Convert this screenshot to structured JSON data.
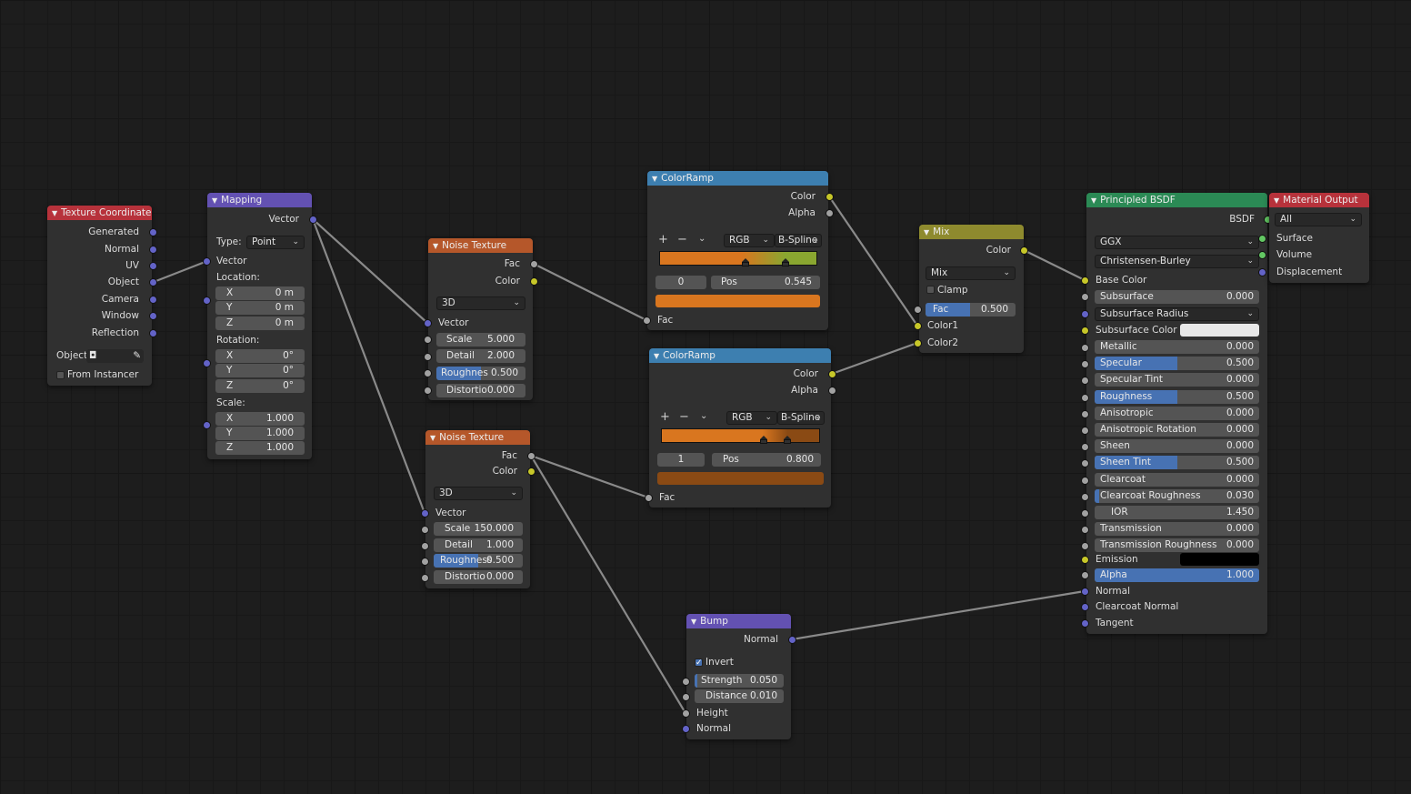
{
  "colors": {
    "socket_vector": "#6363c7",
    "socket_color": "#c7c729",
    "socket_float": "#a1a1a1",
    "socket_shader": "#63c763",
    "accent": "#4772b3"
  },
  "icons": {
    "collapse": "triangle-down-icon",
    "dropdown": "chevron-down-icon",
    "object": "object-icon",
    "eyedropper": "eyedropper-icon",
    "add": "plus-icon",
    "remove": "minus-icon"
  },
  "texcoord": {
    "title": "Texture Coordinate",
    "outputs": [
      "Generated",
      "Normal",
      "UV",
      "Object",
      "Camera",
      "Window",
      "Reflection"
    ],
    "object_label": "Object",
    "from_instancer": "From Instancer"
  },
  "mapping": {
    "title": "Mapping",
    "out_vector": "Vector",
    "type_label": "Type:",
    "type_value": "Point",
    "in_vector": "Vector",
    "location_label": "Location:",
    "location": [
      [
        "X",
        "0 m"
      ],
      [
        "Y",
        "0 m"
      ],
      [
        "Z",
        "0 m"
      ]
    ],
    "rotation_label": "Rotation:",
    "rotation": [
      [
        "X",
        "0°"
      ],
      [
        "Y",
        "0°"
      ],
      [
        "Z",
        "0°"
      ]
    ],
    "scale_label": "Scale:",
    "scale": [
      [
        "X",
        "1.000"
      ],
      [
        "Y",
        "1.000"
      ],
      [
        "Z",
        "1.000"
      ]
    ]
  },
  "noise1": {
    "title": "Noise Texture",
    "out_fac": "Fac",
    "out_color": "Color",
    "dim": "3D",
    "in_vector": "Vector",
    "scale_label": "Scale",
    "scale": "5.000",
    "detail_label": "Detail",
    "detail": "2.000",
    "roughness_label": "Roughnes",
    "roughness": "0.500",
    "roughness_fraction": 0.5,
    "distortion_label": "Distortio",
    "distortion": "0.000"
  },
  "noise2": {
    "title": "Noise Texture",
    "out_fac": "Fac",
    "out_color": "Color",
    "dim": "3D",
    "in_vector": "Vector",
    "scale_label": "Scale",
    "scale": "150.000",
    "detail_label": "Detail",
    "detail": "1.000",
    "roughness_label": "Roughness",
    "roughness": "0.500",
    "roughness_fraction": 0.5,
    "distortion_label": "Distortio",
    "distortion": "0.000"
  },
  "ramp1": {
    "title": "ColorRamp",
    "out_color": "Color",
    "out_alpha": "Alpha",
    "color_mode": "RGB",
    "interp": "B-Spline",
    "index": "0",
    "pos_label": "Pos",
    "pos": "0.545",
    "in_fac": "Fac",
    "ramp_from": "#d9761f",
    "ramp_to": "#8aa630",
    "swatch": "#d9761f"
  },
  "ramp2": {
    "title": "ColorRamp",
    "out_color": "Color",
    "out_alpha": "Alpha",
    "color_mode": "RGB",
    "interp": "B-Spline",
    "index": "1",
    "pos_label": "Pos",
    "pos": "0.800",
    "in_fac": "Fac",
    "ramp_from": "#d9761f",
    "ramp_to": "#8a4a14",
    "swatch": "#8a4a14"
  },
  "mix": {
    "title": "Mix",
    "out_color": "Color",
    "blend": "Mix",
    "clamp": "Clamp",
    "fac_label": "Fac",
    "fac": "0.500",
    "fac_fraction": 0.5,
    "in1": "Color1",
    "in2": "Color2"
  },
  "bump": {
    "title": "Bump",
    "out_normal": "Normal",
    "invert": "Invert",
    "strength_label": "Strength",
    "strength": "0.050",
    "distance_label": "Distance",
    "distance": "0.010",
    "in_height": "Height",
    "in_normal": "Normal"
  },
  "bsdf": {
    "title": "Principled BSDF",
    "out_bsdf": "BSDF",
    "distribution": "GGX",
    "sss_method": "Christensen-Burley",
    "base_color": "Base Color",
    "subsurface_label": "Subsurface",
    "subsurface": "0.000",
    "subsurface_radius": "Subsurface Radius",
    "subsurface_color": "Subsurface Color",
    "subsurface_color_value": "#e8e8e8",
    "rows": [
      {
        "label": "Metallic",
        "value": "0.000",
        "fill": 0
      },
      {
        "label": "Specular",
        "value": "0.500",
        "fill": 0.5
      },
      {
        "label": "Specular Tint",
        "value": "0.000",
        "fill": 0
      },
      {
        "label": "Roughness",
        "value": "0.500",
        "fill": 0.5
      },
      {
        "label": "Anisotropic",
        "value": "0.000",
        "fill": 0
      },
      {
        "label": "Anisotropic Rotation",
        "value": "0.000",
        "fill": 0
      },
      {
        "label": "Sheen",
        "value": "0.000",
        "fill": 0
      },
      {
        "label": "Sheen Tint",
        "value": "0.500",
        "fill": 0.5
      },
      {
        "label": "Clearcoat",
        "value": "0.000",
        "fill": 0
      },
      {
        "label": "Clearcoat Roughness",
        "value": "0.030",
        "fill": 0.03
      },
      {
        "label": "IOR",
        "value": "1.450",
        "fill": 0
      },
      {
        "label": "Transmission",
        "value": "0.000",
        "fill": 0
      },
      {
        "label": "Transmission Roughness",
        "value": "0.000",
        "fill": 0
      }
    ],
    "emission": "Emission",
    "emission_value": "#000000",
    "alpha_label": "Alpha",
    "alpha": "1.000",
    "alpha_fraction": 1.0,
    "normal": "Normal",
    "clearcoat_normal": "Clearcoat Normal",
    "tangent": "Tangent"
  },
  "output": {
    "title": "Material Output",
    "target": "All",
    "surface": "Surface",
    "volume": "Volume",
    "displacement": "Displacement"
  }
}
